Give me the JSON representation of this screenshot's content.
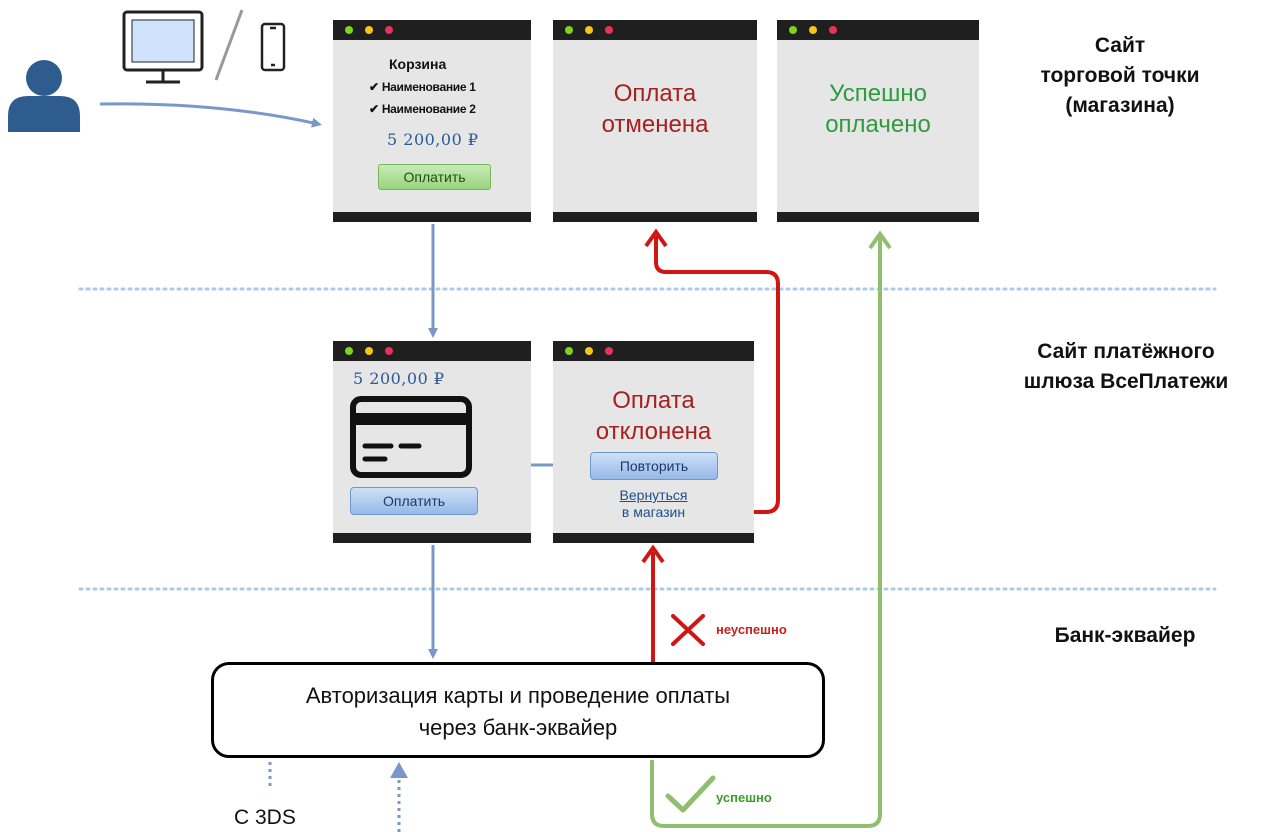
{
  "sections": {
    "merchant_label_lines": [
      "Сайт",
      "торговой точки",
      "(магазина)"
    ],
    "gateway_label_lines": [
      "Сайт платёжного",
      "шлюза ВсеПлатежи"
    ],
    "bank_label": "Банк-эквайер"
  },
  "cart_window": {
    "title": "Корзина",
    "items": [
      "Наименование 1",
      "Наименование 2"
    ],
    "price": "5 200,00 ₽",
    "pay_button": "Оплатить"
  },
  "cancelled_window": {
    "lines": [
      "Оплата",
      "отменена"
    ]
  },
  "success_window": {
    "lines": [
      "Успешно",
      "оплачено"
    ]
  },
  "card_window": {
    "price": "5 200,00 ₽",
    "pay_button": "Оплатить"
  },
  "declined_window": {
    "lines": [
      "Оплата",
      "отклонена"
    ],
    "retry_button": "Повторить",
    "return_link_lines": [
      "Вернуться",
      "в магазин"
    ]
  },
  "bank_box": {
    "lines": [
      "Авторизация карты и проведение оплаты",
      "через банк-эквайер"
    ]
  },
  "outcomes": {
    "fail": "неуспешно",
    "success": "успешно"
  },
  "footer_label": "С 3DS",
  "colors": {
    "flow_blue": "#7a97c9",
    "fail_red": "#d01515",
    "success_green": "#8ebf6e",
    "separator": "#a9cbe9",
    "user_icon": "#2e5c8f"
  }
}
